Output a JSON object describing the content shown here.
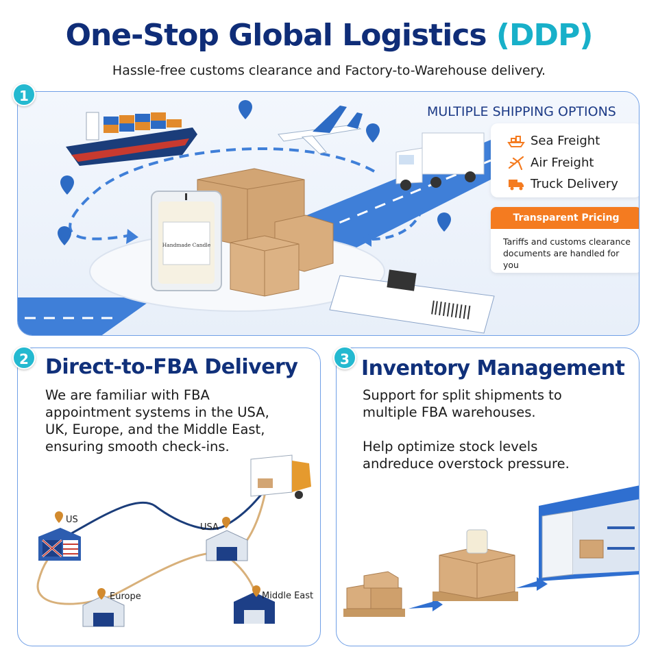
{
  "header": {
    "title_main": "One-Stop Global Logistics ",
    "title_accent": "(DDP)",
    "subtitle": "Hassle-free customs clearance and Factory-to-Warehouse delivery."
  },
  "panel1": {
    "badge": "1",
    "options_title": "MULTIPLE SHIPPING OPTIONS",
    "options": [
      {
        "label": "Sea Freight",
        "icon": "ship-icon"
      },
      {
        "label": "Air Freight",
        "icon": "plane-icon"
      },
      {
        "label": "Truck Delivery",
        "icon": "truck-icon"
      }
    ],
    "pricing_title": "Transparent Pricing",
    "pricing_text_1": "Tariffs and customs clearance",
    "pricing_text_2": "documents are handled for you",
    "candle_label": "Handmade Candle"
  },
  "panel2": {
    "badge": "2",
    "title": "Direct-to-FBA  Delivery",
    "lines": [
      "We are familiar with FBA",
      "appointment systems in the USA,",
      "UK, Europe, and the Middle East,",
      "ensuring smooth check-ins."
    ],
    "locations": {
      "us": "US",
      "usa": "USA",
      "europe": "Europe",
      "middle_east": "Middle East"
    }
  },
  "panel3": {
    "badge": "3",
    "title": "Inventory  Management",
    "lines": [
      "Support for split shipments to",
      "multiple FBA warehouses."
    ],
    "lines2": [
      "Help optimize stock levels",
      "andreduce overstock pressure."
    ]
  },
  "colors": {
    "navy": "#0f2d78",
    "accent": "#18b0c9",
    "orange": "#f47b20",
    "road_blue": "#3f7fd8"
  }
}
